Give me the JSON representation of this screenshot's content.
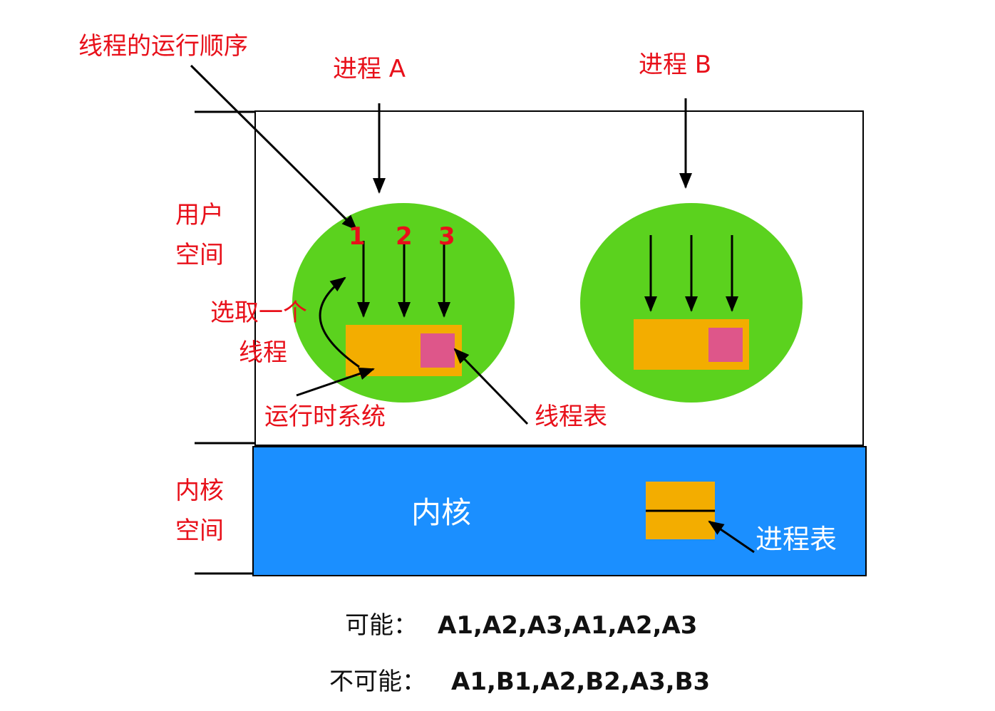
{
  "labels": {
    "thread_order": "线程的运行顺序",
    "process_a": "进程 A",
    "process_b": "进程 B",
    "user_space_1": "用户",
    "user_space_2": "空间",
    "kernel_space_1": "内核",
    "kernel_space_2": "空间",
    "select_thread_1": "选取一个",
    "select_thread_2": "线程",
    "runtime_system": "运行时系统",
    "thread_table": "线程表",
    "kernel": "内核",
    "process_table": "进程表",
    "thread_nums": [
      "1",
      "2",
      "3"
    ]
  },
  "results": {
    "possible_label": "可能：",
    "possible_value": "A1,A2,A3,A1,A2,A3",
    "impossible_label": "不可能：",
    "impossible_value": "A1,B1,A2,B2,A3,B3"
  },
  "colors": {
    "process": "#5bd21e",
    "runtime": "#f3ad00",
    "table": "#de568a",
    "kernel": "#1b8fff",
    "label": "#e8101a"
  }
}
